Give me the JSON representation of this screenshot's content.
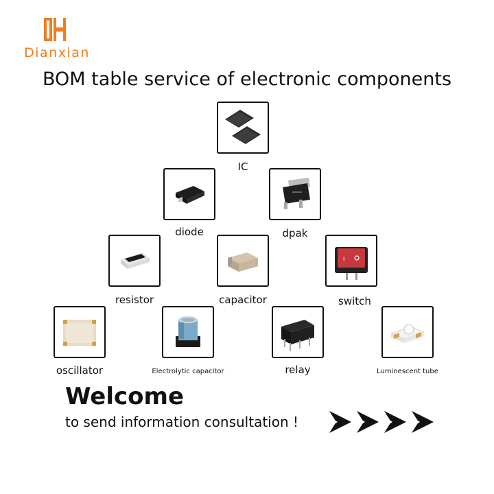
{
  "brand": {
    "name": "Dianxian",
    "color": "#f07d1e"
  },
  "title": "BOM table service of electronic components",
  "components": [
    {
      "id": "ic",
      "label": "IC"
    },
    {
      "id": "diode",
      "label": "diode"
    },
    {
      "id": "dpak",
      "label": "dpak"
    },
    {
      "id": "resistor",
      "label": "resistor"
    },
    {
      "id": "capacitor",
      "label": "capacitor"
    },
    {
      "id": "switch",
      "label": "switch"
    },
    {
      "id": "oscillator",
      "label": "oscillator"
    },
    {
      "id": "electrolytic",
      "label": "Electrolytic capacitor"
    },
    {
      "id": "relay",
      "label": "relay"
    },
    {
      "id": "luminescent",
      "label": "Luminescent tube"
    }
  ],
  "welcome": "Welcome",
  "consult": "to send information consultation !",
  "arrow_icons": [
    "play-arrow-icon",
    "play-arrow-icon",
    "play-arrow-icon",
    "play-arrow-icon"
  ]
}
